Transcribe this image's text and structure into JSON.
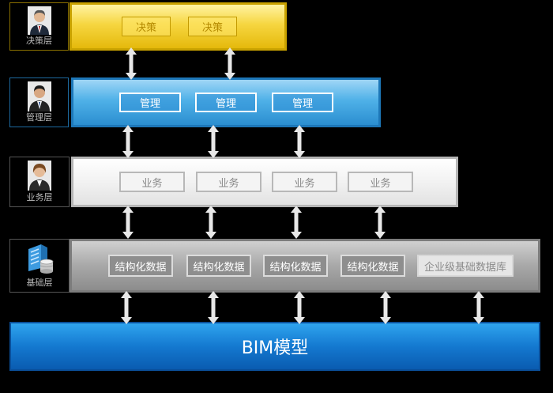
{
  "layers": {
    "decision": {
      "label": "决策层",
      "boxes": [
        "决策",
        "决策"
      ]
    },
    "management": {
      "label": "管理层",
      "boxes": [
        "管理",
        "管理",
        "管理"
      ]
    },
    "business": {
      "label": "业务层",
      "boxes": [
        "业务",
        "业务",
        "业务",
        "业务"
      ]
    },
    "foundation": {
      "label": "基础层",
      "boxes": [
        "结构化数据",
        "结构化数据",
        "结构化数据",
        "结构化数据",
        "企业级基础数据库"
      ]
    }
  },
  "bim": {
    "label": "BIM模型"
  },
  "icons": [
    "person-icon",
    "person-icon",
    "person-icon",
    "database-server-icon"
  ],
  "colors": {
    "decision": "#f6d640",
    "management": "#4fb1e8",
    "business": "#f2f2f2",
    "foundation": "#a8a8a8",
    "bim": "#1479d0"
  }
}
